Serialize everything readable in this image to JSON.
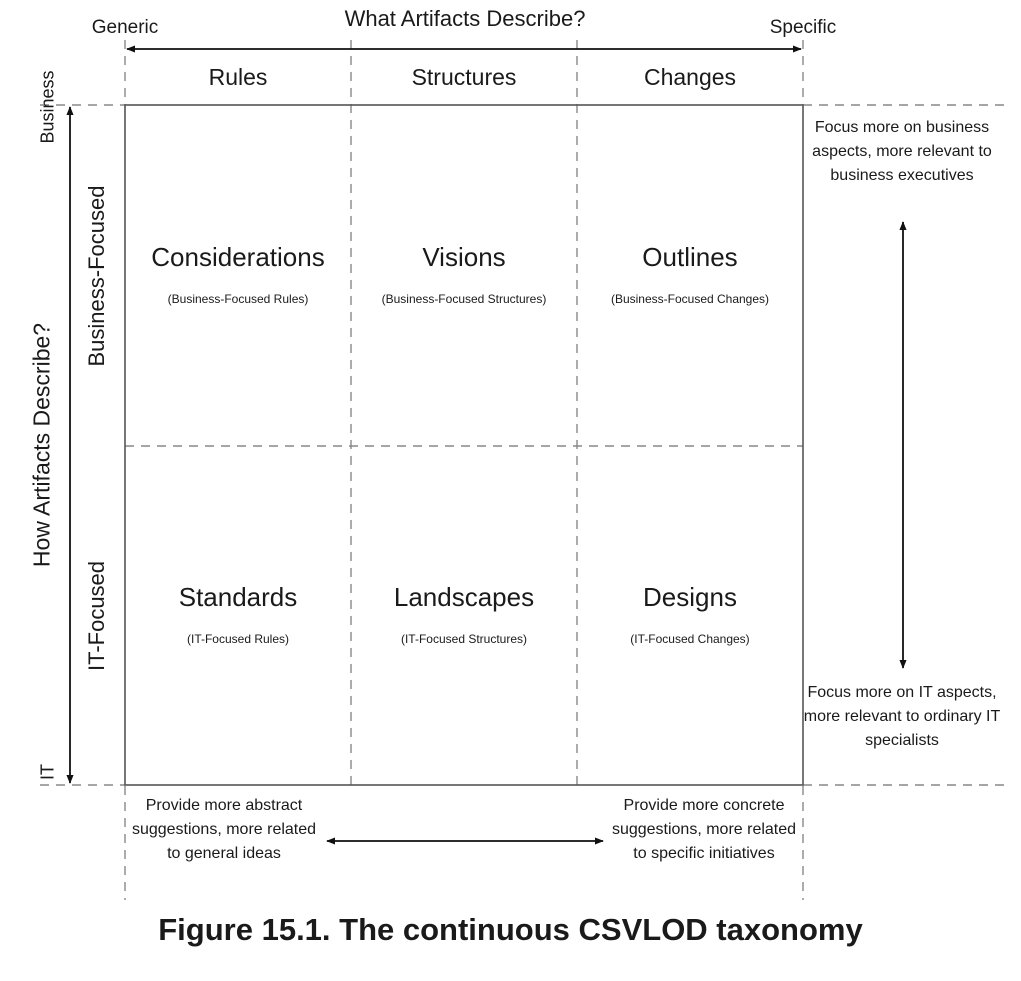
{
  "x_axis": {
    "title": "What Artifacts Describe?",
    "left_end": "Generic",
    "right_end": "Specific",
    "columns": [
      "Rules",
      "Structures",
      "Changes"
    ]
  },
  "y_axis": {
    "title": "How Artifacts Describe?",
    "top_end": "Business",
    "bottom_end": "IT",
    "rows": [
      "Business-Focused",
      "IT-Focused"
    ]
  },
  "cells": [
    {
      "title": "Considerations",
      "subtitle": "(Business-Focused Rules)"
    },
    {
      "title": "Visions",
      "subtitle": "(Business-Focused Structures)"
    },
    {
      "title": "Outlines",
      "subtitle": "(Business-Focused Changes)"
    },
    {
      "title": "Standards",
      "subtitle": "(IT-Focused Rules)"
    },
    {
      "title": "Landscapes",
      "subtitle": "(IT-Focused Structures)"
    },
    {
      "title": "Designs",
      "subtitle": "(IT-Focused Changes)"
    }
  ],
  "side_notes": {
    "top": "Focus more on business aspects, more relevant to business executives",
    "bottom": "Focus more on IT aspects, more relevant to ordinary IT specialists"
  },
  "bottom_notes": {
    "left": "Provide more abstract suggestions, more related to general ideas",
    "right": "Provide more concrete suggestions, more related to specific initiatives"
  },
  "caption": "Figure 15.1. The continuous CSVLOD taxonomy"
}
